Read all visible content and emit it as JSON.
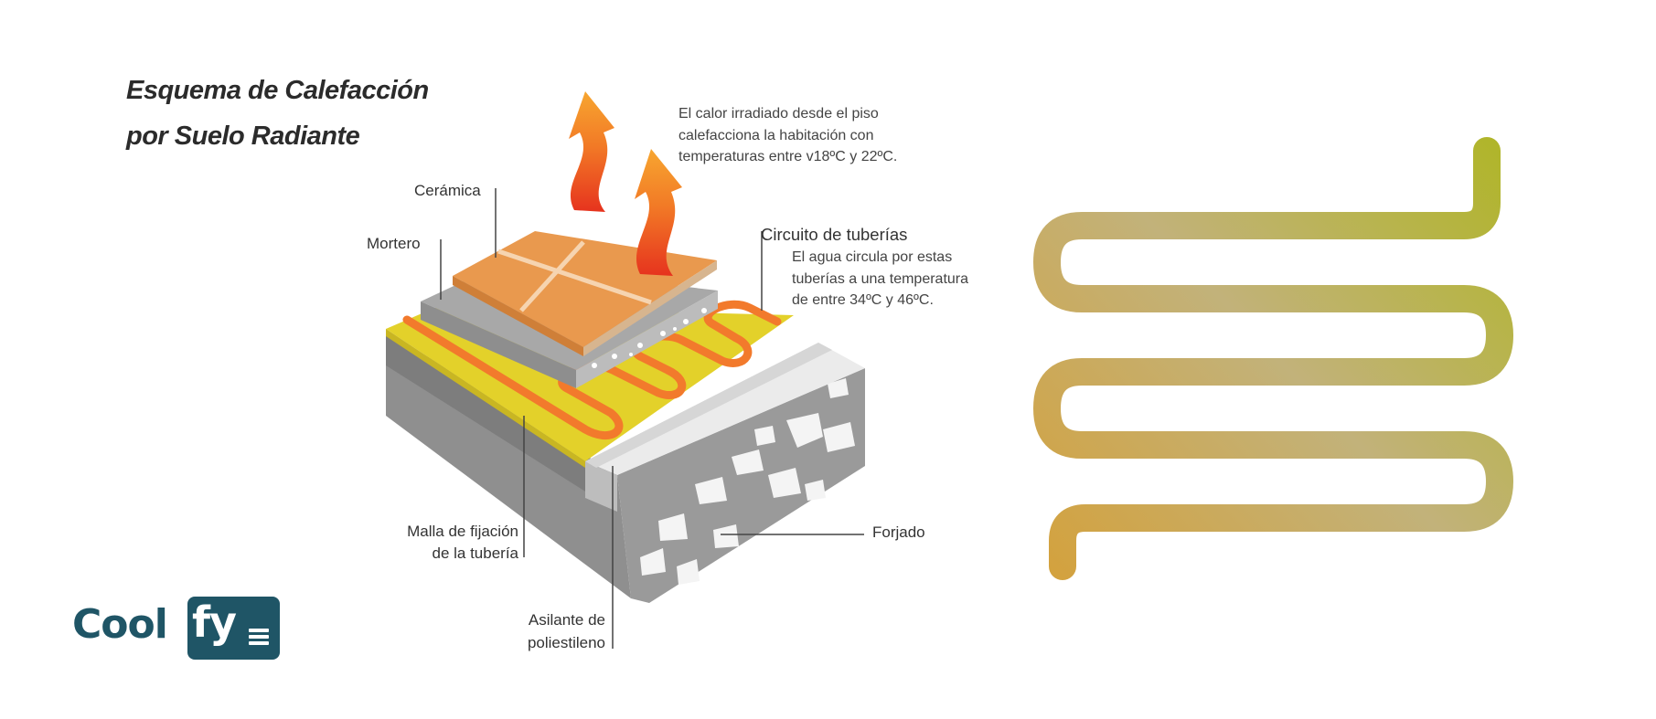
{
  "diagram": {
    "title_line1": "Esquema de Calefacción",
    "title_line2": "por Suelo Radiante",
    "heat_note": {
      "line1": "El calor irradiado desde el piso",
      "line2": "calefacciona la habitación con",
      "line3": "temperaturas entre v18ºC y 22ºC."
    },
    "circuit": {
      "title": "Circuito de tuberías",
      "line1": "El agua circula por estas",
      "line2": "tuberías a una temperatura",
      "line3": "de entre 34ºC y 46ºC."
    },
    "labels": {
      "ceramica": "Cerámica",
      "mortero": "Mortero",
      "malla_line1": "Malla de fijación",
      "malla_line2": "de la tubería",
      "aislante_line1": "Asilante de",
      "aislante_line2": "poliestileno",
      "forjado": "Forjado"
    }
  },
  "logo": {
    "word1": "Cool",
    "word2": "fy"
  },
  "colors": {
    "logo": "#1f5566",
    "tile": "#e9994e",
    "mesh": "#e2d02a",
    "pipe": "#f07c30",
    "concrete": "#8c8c8c",
    "gradient_start": "#d2a245",
    "gradient_end": "#b4b42a"
  },
  "icons": [
    "heat-arrow-icon",
    "serpentine-pipe-icon",
    "menu-icon"
  ]
}
